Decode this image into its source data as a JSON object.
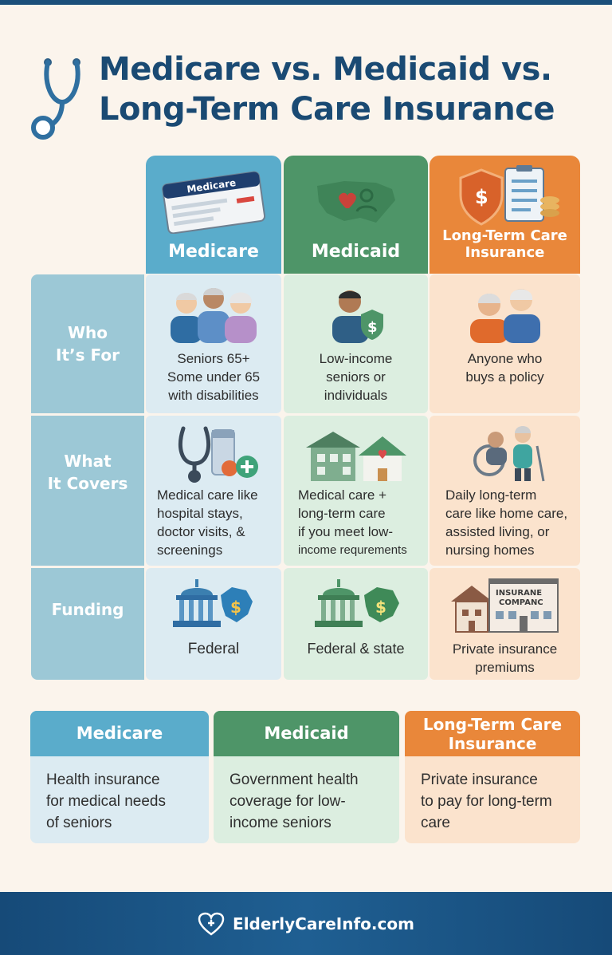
{
  "title_line1": "Medicare vs.  Medicaid vs.",
  "title_line2": "Long-Term Care Insurance",
  "columns": {
    "medicare": "Medicare",
    "medicaid": "Medicaid",
    "ltc_line1": "Long-Term Care",
    "ltc_line2": "Insurance",
    "card_badge": "Medicare"
  },
  "rows": {
    "who": {
      "label_line1": "Who",
      "label_line2": "It’s For",
      "medicare": [
        "Seniors 65+",
        "Some under 65",
        "with disabilities"
      ],
      "medicaid": [
        "Low-income",
        "seniors or",
        "individuals"
      ],
      "ltc": [
        "Anyone who",
        "buys a policy"
      ]
    },
    "covers": {
      "label_line1": "What",
      "label_line2": "It Covers",
      "medicare": [
        "Medical care like",
        "hospital stays,",
        "doctor visits, &",
        "screenings"
      ],
      "medicaid": [
        "Medical care +",
        "long-term care",
        "if you meet low-",
        "income requrements"
      ],
      "ltc": [
        "Daily long-term",
        "care like home care,",
        "assisted living, or",
        "nursing homes"
      ]
    },
    "funding": {
      "label": "Funding",
      "medicare": "Federal",
      "medicaid": "Federal & state",
      "ltc": [
        "Private insurance",
        "premiums"
      ],
      "sign_line1": "INSURANE",
      "sign_line2": "COMPANC"
    }
  },
  "summary": {
    "medicare": {
      "title": "Medicare",
      "lines": [
        "Health insurance",
        "for medical needs",
        "of seniors"
      ]
    },
    "medicaid": {
      "title": "Medicaid",
      "lines": [
        "Government health",
        "coverage for low-",
        "income seniors"
      ]
    },
    "ltc": {
      "title_line1": "Long-Term Care",
      "title_line2": "Insurance",
      "lines": [
        "Private insurance",
        "to pay for long-term",
        "care"
      ]
    }
  },
  "footer": {
    "site": "ElderlyCareInfo.com"
  },
  "colors": {
    "navy": "#1a4a73",
    "medicare": "#5aaccb",
    "medicaid": "#4e9568",
    "ltc": "#e9873a",
    "label": "#9cc8d6"
  }
}
